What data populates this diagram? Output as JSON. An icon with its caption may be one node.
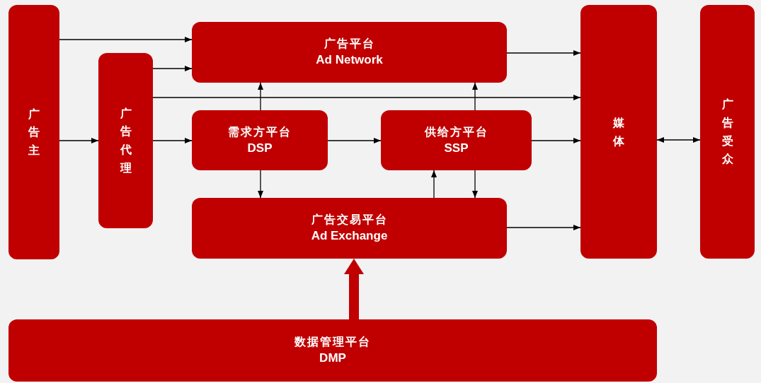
{
  "diagram": {
    "nodes": [
      {
        "text": [
          "广告主"
        ]
      },
      {
        "text": [
          "广告代理"
        ]
      },
      {
        "text": [
          "广告平台",
          "Ad Network"
        ]
      },
      {
        "text": [
          "需求方平台",
          "DSP"
        ]
      },
      {
        "text": [
          "供给方平台",
          "SSP"
        ]
      },
      {
        "text": [
          "广告交易平台",
          "Ad Exchange"
        ]
      },
      {
        "text": [
          "媒体"
        ]
      },
      {
        "text": [
          "广告受众"
        ]
      },
      {
        "text": [
          "数据管理平台",
          "DMP"
        ]
      }
    ],
    "edges": [
      {
        "from": 0,
        "to": 2,
        "arrow": "to"
      },
      {
        "from": 0,
        "to": 1,
        "arrow": "to"
      },
      {
        "from": 1,
        "to": 2,
        "arrow": "to"
      },
      {
        "from": 1,
        "to": 6,
        "arrow": "to"
      },
      {
        "from": 1,
        "to": 3,
        "arrow": "to"
      },
      {
        "from": 3,
        "to": 2,
        "arrow": "to"
      },
      {
        "from": 3,
        "to": 5,
        "arrow": "to"
      },
      {
        "from": 3,
        "to": 4,
        "arrow": "to"
      },
      {
        "from": 4,
        "to": 2,
        "arrow": "to"
      },
      {
        "from": 5,
        "to": 4,
        "arrow": "to"
      },
      {
        "from": 4,
        "to": 5,
        "arrow": "to"
      },
      {
        "from": 2,
        "to": 6,
        "arrow": "to"
      },
      {
        "from": 4,
        "to": 6,
        "arrow": "to"
      },
      {
        "from": 5,
        "to": 6,
        "arrow": "to"
      },
      {
        "from": 6,
        "to": 7,
        "arrow": "both"
      },
      {
        "from": 8,
        "to": 5,
        "arrow": "to",
        "style": "thick",
        "color": "#c00000"
      }
    ]
  }
}
